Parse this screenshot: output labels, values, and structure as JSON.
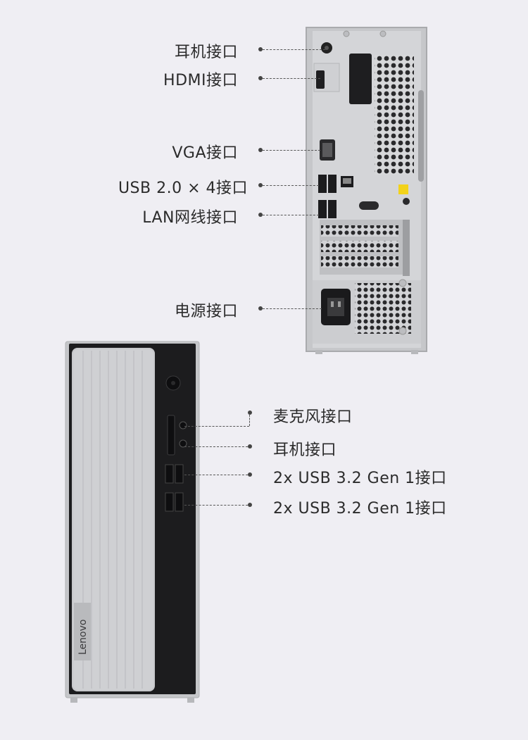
{
  "rear_panel": {
    "callouts": [
      {
        "id": "headphone",
        "label": "耳机接口"
      },
      {
        "id": "hdmi",
        "label": "HDMI接口"
      },
      {
        "id": "vga",
        "label": "VGA接口"
      },
      {
        "id": "usb2",
        "label": "USB 2.0 × 4接口"
      },
      {
        "id": "lan",
        "label": "LAN网线接口"
      },
      {
        "id": "power",
        "label": "电源接口"
      }
    ]
  },
  "front_panel": {
    "brand": "Lenovo",
    "callouts": [
      {
        "id": "mic",
        "label": "麦克风接口"
      },
      {
        "id": "headphone",
        "label": "耳机接口"
      },
      {
        "id": "usb32_a",
        "label": "2x USB 3.2 Gen 1接口"
      },
      {
        "id": "usb32_b",
        "label": "2x USB 3.2 Gen 1接口"
      }
    ]
  },
  "colors": {
    "background": "#efeef3",
    "chassis_silver": "#c9cacd",
    "chassis_black": "#1c1c1e",
    "front_panel_silver": "#c7c8cb"
  }
}
